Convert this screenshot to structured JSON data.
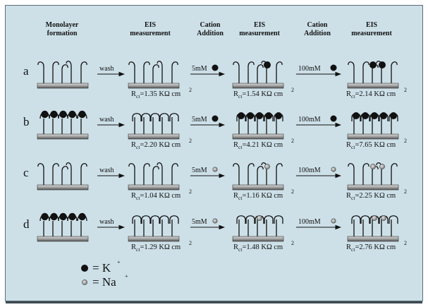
{
  "headers": [
    {
      "lines": [
        "Monolayer",
        "formation"
      ]
    },
    {
      "lines": [
        "EIS",
        "measurement"
      ]
    },
    {
      "lines": [
        "Cation",
        "Addition"
      ]
    },
    {
      "lines": [
        "EIS",
        "measurement"
      ]
    },
    {
      "lines": [
        "Cation",
        "Addition"
      ]
    },
    {
      "lines": [
        "EIS",
        "measurement"
      ]
    }
  ],
  "rows": [
    {
      "label": "a",
      "wash": "wash",
      "add1": "5mM",
      "add2": "100mM",
      "r1": "1.35 KΩ cm",
      "r2": "1.54 KΩ cm",
      "r3": "2.14 KΩ cm",
      "ion": "K+"
    },
    {
      "label": "b",
      "wash": "wash",
      "add1": "5mM",
      "add2": "100mM",
      "r1": "2.20 KΩ cm",
      "r2": "4.21 KΩ cm",
      "r3": "7.65 KΩ cm",
      "ion": "K+"
    },
    {
      "label": "c",
      "wash": "wash",
      "add1": "5mM",
      "add2": "100mM",
      "r1": "1.04 KΩ cm",
      "r2": "1.16 KΩ cm",
      "r3": "2.25 KΩ cm",
      "ion": "Na+"
    },
    {
      "label": "d",
      "wash": "wash",
      "add1": "5mM",
      "add2": "100mM",
      "r1": "1.29 KΩ cm",
      "r2": "1.48 KΩ cm",
      "r3": "2.76 KΩ cm",
      "ion": "Na+"
    }
  ],
  "rct_prefix": "R",
  "rct_subscript": "ct",
  "rct_eq": "=",
  "unit_power": "2",
  "legend": [
    {
      "symbol": "= K",
      "charge": "+",
      "ion": "K+"
    },
    {
      "symbol": "= Na",
      "charge": "+",
      "ion": "Na+"
    }
  ],
  "colors": {
    "panel": "#cde0e8",
    "frame": "#5a6e78",
    "substrate_light": "#c8c8c8",
    "substrate_dark": "#5e5e5e",
    "k_ion": "#111111",
    "na_ion": "#8a8a8a"
  }
}
